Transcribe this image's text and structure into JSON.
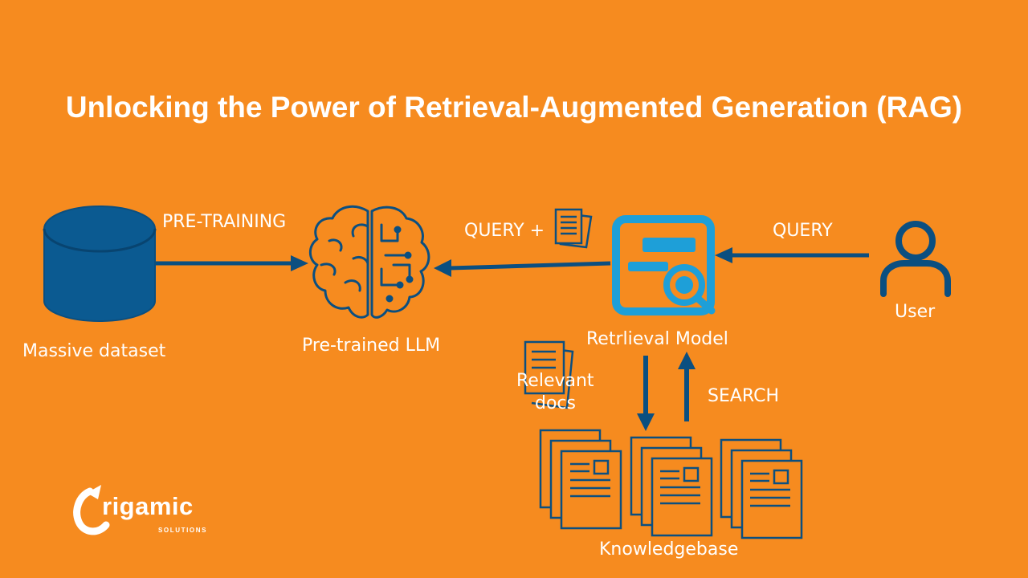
{
  "title": "Unlocking the Power of Retrieval-Augmented Generation (RAG)",
  "nodes": {
    "dataset": "Massive dataset",
    "llm": "Pre-trained LLM",
    "retrieval": "Retrlieval Model",
    "user": "User",
    "knowledgebase": "Knowledgebase"
  },
  "edges": {
    "pretraining": "PRE-TRAINING",
    "query_plus": "QUERY +",
    "query": "QUERY",
    "search": "SEARCH",
    "relevant_docs_line1": "Relevant",
    "relevant_docs_line2": "docs"
  },
  "logo": {
    "name": "rigamic",
    "initial": "O",
    "subtitle": "SOLUTIONS"
  },
  "colors": {
    "background": "#F68B1F",
    "arrow": "#0B4F80",
    "icon_blue": "#1E9FD8",
    "text": "#FFFFFF"
  }
}
